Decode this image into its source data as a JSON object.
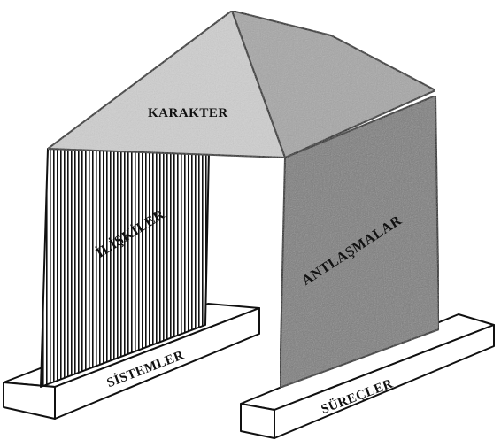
{
  "labels": {
    "roof": "KARAKTER",
    "left_wall": "İLİŞKİLER",
    "right_wall": "ANTLAŞMALAR",
    "left_base": "SİSTEMLER",
    "right_base": "SÜREÇLER"
  },
  "colors": {
    "outline": "#111111",
    "roof_front": "#cfcfcf",
    "roof_side": "#a6a6a6",
    "roof_back": "#bdbdbd",
    "wall_stripes": "#111111",
    "wall_right": "#7d7d7d",
    "base_face": "#ffffff"
  }
}
